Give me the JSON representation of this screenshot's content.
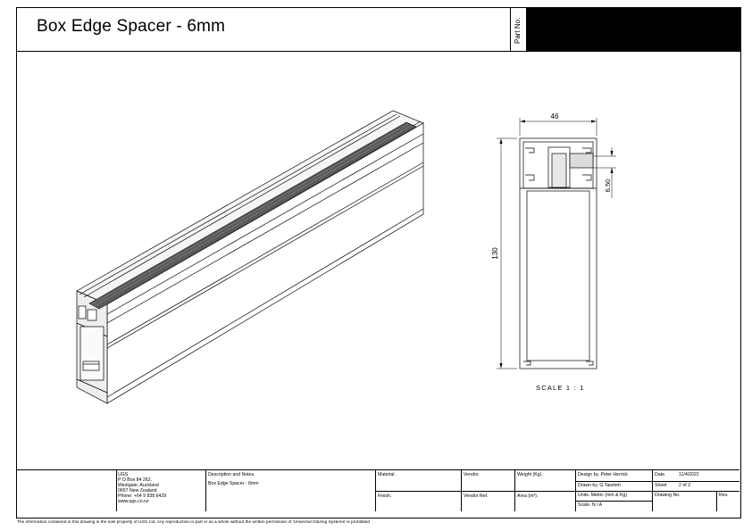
{
  "header": {
    "title": "Box Edge Spacer - 6mm",
    "part_no_label": "Part No."
  },
  "section_view": {
    "dim_width": "46",
    "dim_height": "130",
    "dim_gap": "6.50",
    "scale_label": "SCALE 1 : 1"
  },
  "title_block": {
    "company": {
      "name": "UGS",
      "lines": [
        "P O Box 84 262,",
        "Westgate, Auckland",
        "0657 New Zealand",
        "Phone: +64 9 838 6429",
        "www.ugs.co.nz"
      ]
    },
    "description_label": "Description and Notes.",
    "description_value": "Box Edge Spacer - 6mm",
    "material_label": "Material.",
    "finish_label": "Finish.",
    "vendor_label": "Vendor.",
    "vendor_ref_label": "Vendor Ref.",
    "weight_label": "Weight (Kg).",
    "area_label": "Area (m²).",
    "design_label": "Design by. Peter Herrick",
    "drawn_label": "Drawn by. G Tasmeh",
    "units_label": "Units. Metric (mm & Kg)",
    "scale_label": "Scale. N / A",
    "date_label": "Date.",
    "date_value": "11/4/2022",
    "sheet_label": "Sheet",
    "sheet_value": "2 of 2",
    "drawing_no_label": "Drawing No.",
    "rev_label": "Rev."
  },
  "disclaimer": "The information contained in this drawing is the sole property of UGS Ltd. Any reproduction in part or as a whole without the written permission of 'Universal Glazing Systems' is prohibited"
}
